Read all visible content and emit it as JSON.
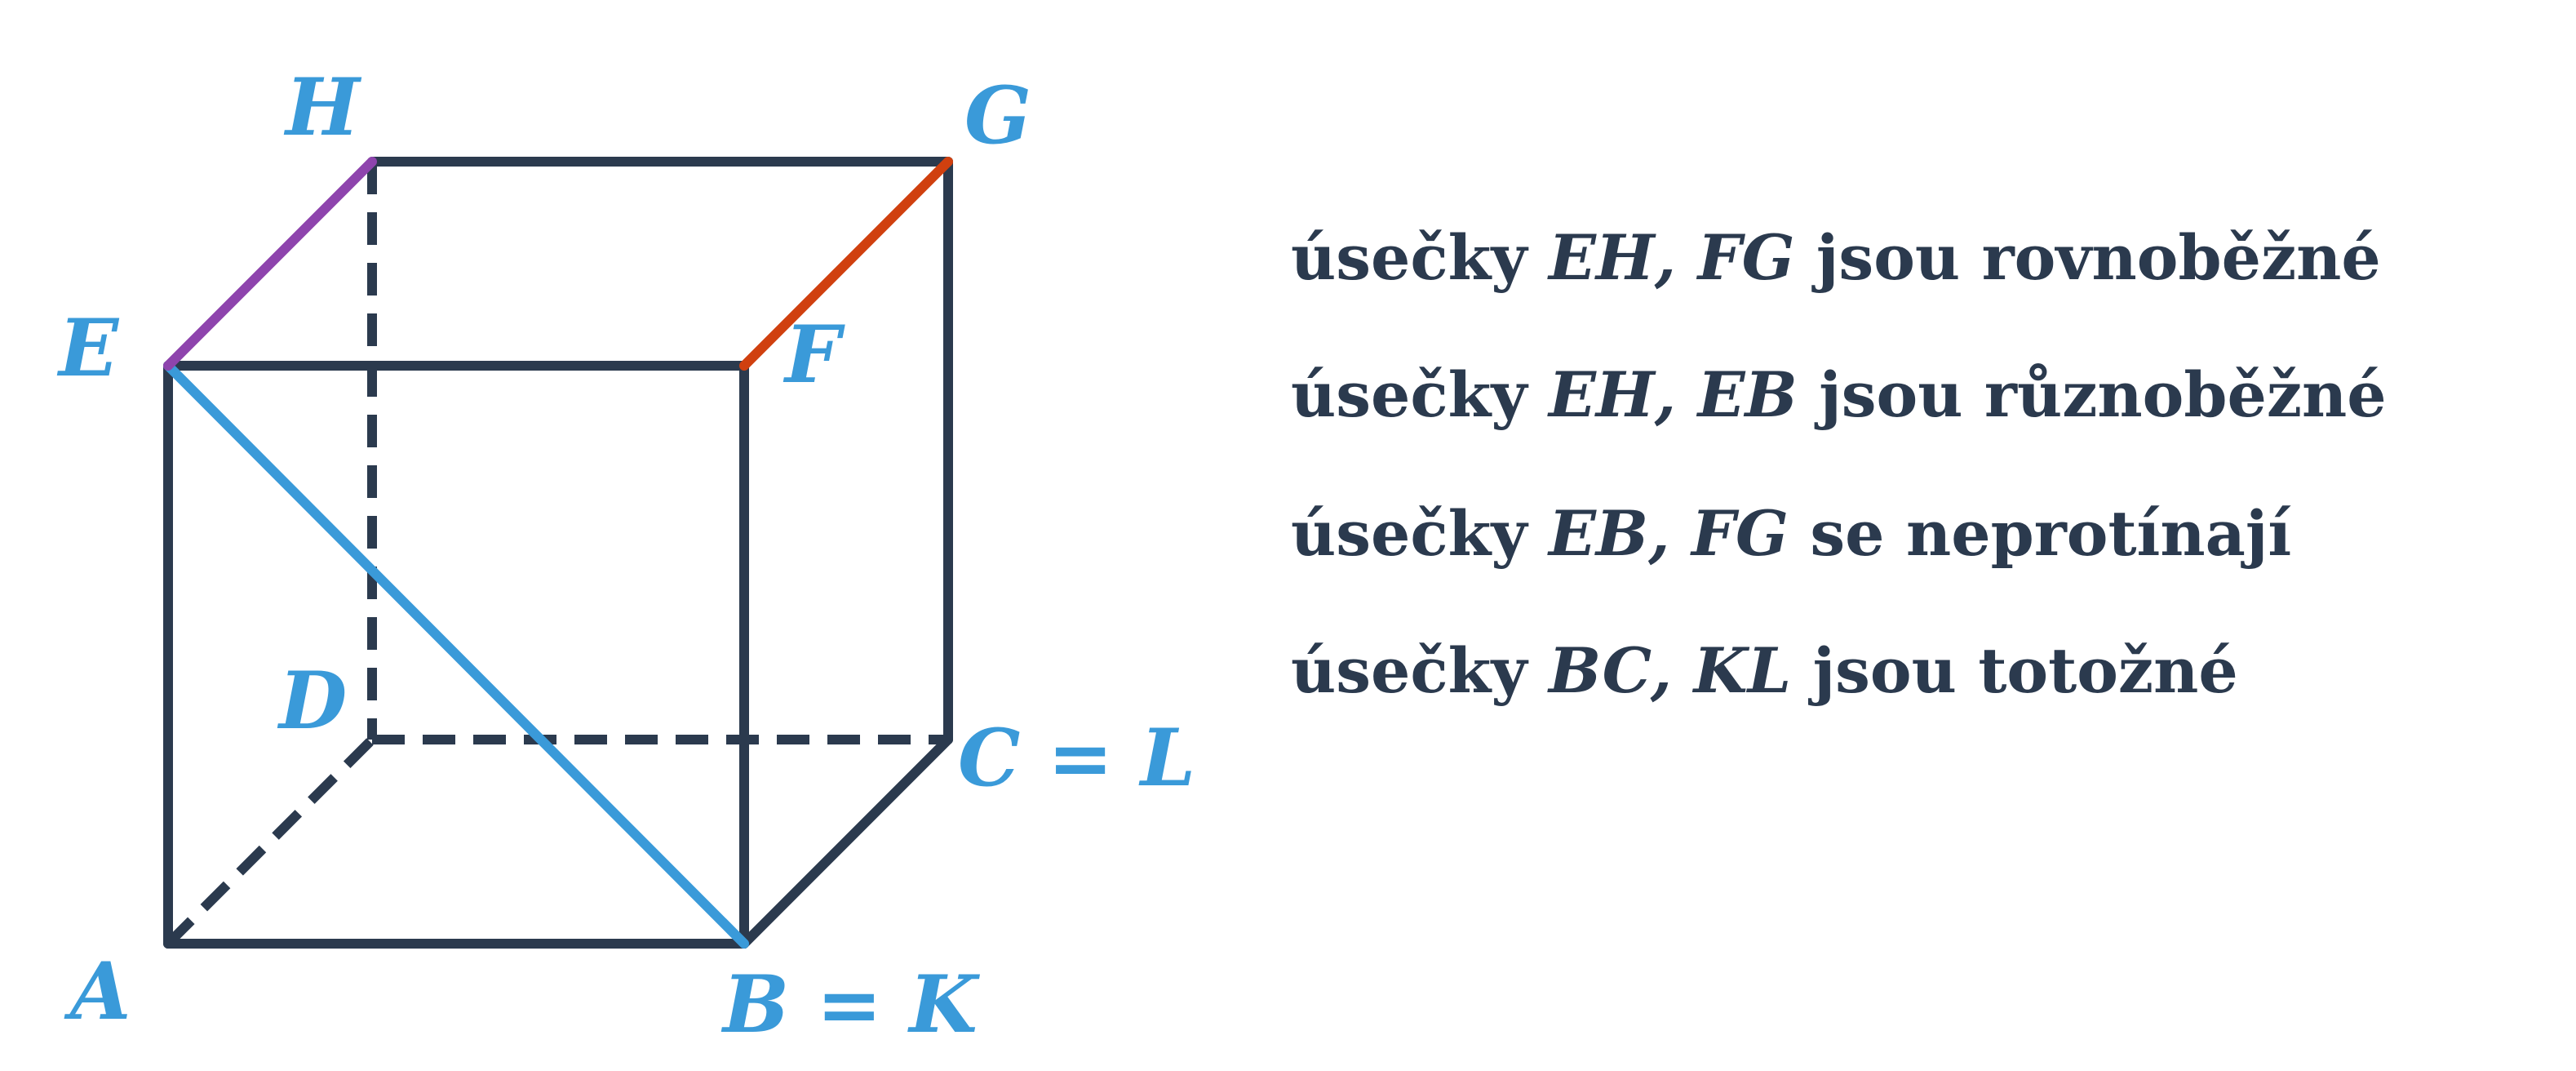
{
  "colors": {
    "edge": "#2b3a4e",
    "label": "#3a9ad9",
    "diagonal": "#3a9ad9",
    "edge_eh": "#8e44ad",
    "edge_fg": "#d0400f",
    "text": "#2b3a4e"
  },
  "vertices": {
    "H": "H",
    "G": "G",
    "E": "E",
    "F": "F",
    "D": "D",
    "C": "C = L",
    "A": "A",
    "B": "B = K"
  },
  "statements": [
    {
      "prefix": "úsečky ",
      "math": "EH, FG",
      "suffix": " jsou rovnoběžné"
    },
    {
      "prefix": "úsečky ",
      "math": "EH, EB",
      "suffix": " jsou různoběžné"
    },
    {
      "prefix": "úsečky ",
      "math": "EB, FG",
      "suffix": " se neprotínají"
    },
    {
      "prefix": "úsečky ",
      "math": "BC, KL",
      "suffix": " jsou totožné"
    }
  ]
}
